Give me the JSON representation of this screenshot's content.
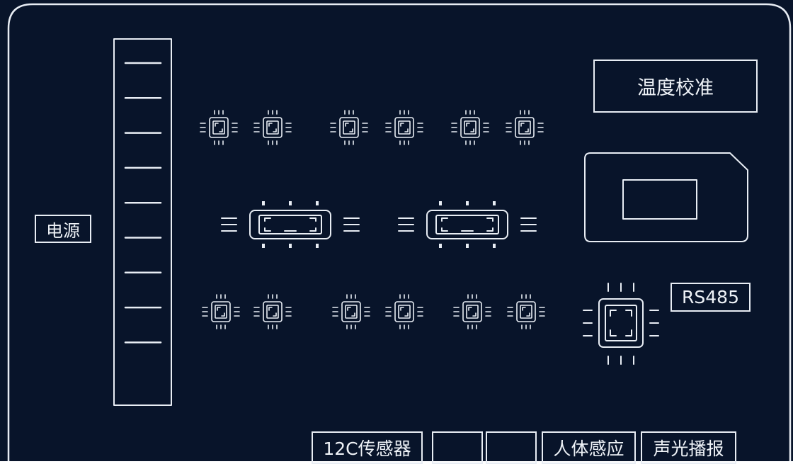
{
  "colors": {
    "background": "#08142a",
    "line": "#e8edf4",
    "text": "#eef2f7"
  },
  "labels": {
    "power": "电源",
    "temperature_calibration": "温度校准",
    "rs485": "RS485",
    "i2c_sensor": "12C传感器",
    "human_sensing": "人体感应",
    "audio_visual_broadcast": "声光播报"
  },
  "components": {
    "power_rail_slots": 9,
    "small_chips": 12,
    "wide_chips": 2,
    "large_chip": "rs485-chip-icon",
    "module": "display-module-icon"
  }
}
